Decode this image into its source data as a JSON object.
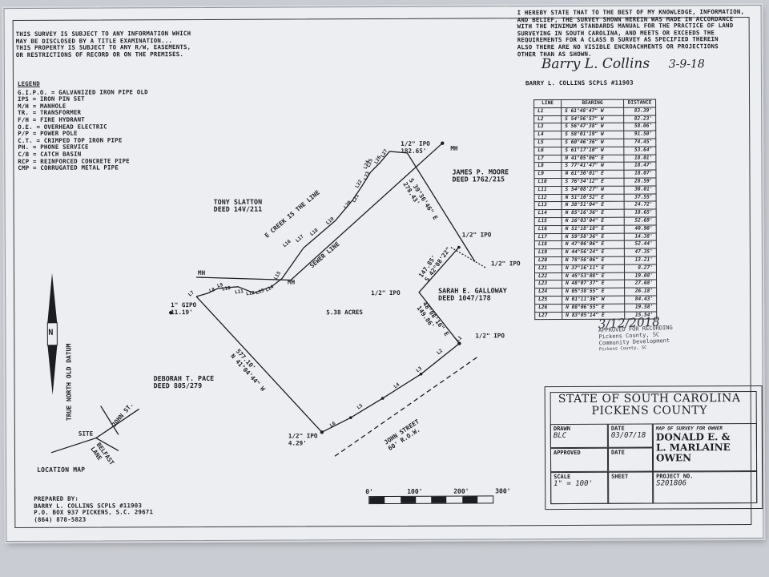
{
  "notes": [
    "THIS SURVEY IS SUBJECT TO ANY INFORMATION WHICH",
    "MAY BE DISCLOSED BY A TITLE EXAMINATION...",
    "THIS PROPERTY IS SUBJECT TO ANY R/W, EASEMENTS,",
    "OR RESTRICTIONS OF RECORD OR ON THE PREMISES."
  ],
  "legend": {
    "title": "LEGEND",
    "items": [
      "G.I.P.O. = GALVANIZED IRON PIPE OLD",
      "IPS = IRON PIN SET",
      "M/H = MANHOLE",
      "TR. = TRANSFORMER",
      "F/H = FIRE HYDRANT",
      "O.E. = OVERHEAD ELECTRIC",
      "P/P = POWER POLE",
      "C.T. = CRIMPED TOP IRON PIPE",
      "PH. = PHONE SERVICE",
      "C/B = CATCH BASIN",
      "RCP = REINFORCED CONCRETE PIPE",
      "CMP = CORRUGATED METAL PIPE"
    ]
  },
  "certification": [
    "I HEREBY STATE THAT TO THE BEST OF MY KNOWLEDGE, INFORMATION,",
    "AND BELIEF, THE SURVEY SHOWN HEREIN WAS MADE IN ACCORDANCE",
    "WITH THE MINIMUM STANDARDS MANUAL FOR THE PRACTICE OF LAND",
    "SURVEYING IN SOUTH CAROLINA, AND MEETS OR EXCEEDS THE",
    "REQUIREMENTS FOR A CLASS  B  SURVEY AS SPECIFIED THEREIN",
    "ALSO THERE ARE NO VISIBLE ENCROACHMENTS OR PROJECTIONS",
    "OTHER THAN AS SHOWN."
  ],
  "signature": {
    "name": "Barry L. Collins",
    "date": "3-9-18"
  },
  "surveyor_line": "BARRY L. COLLINS   SCPLS #11903",
  "line_table": {
    "headers": [
      "LINE",
      "BEARING",
      "DISTANCE"
    ],
    "rows": [
      [
        "L1",
        "S 61°48'47\" W",
        "83.39'"
      ],
      [
        "L2",
        "S 54°56'57\" W",
        "82.23'"
      ],
      [
        "L3",
        "S 56°47'38\" W",
        "58.06'"
      ],
      [
        "L4",
        "S 58°01'19\" W",
        "91.50'"
      ],
      [
        "L5",
        "S 60°46'36\" W",
        "74.45'"
      ],
      [
        "L6",
        "S 61°17'10\" W",
        "53.64'"
      ],
      [
        "L7",
        "N 41°05'06\" E",
        "18.01'"
      ],
      [
        "L8",
        "S 77°41'47\" W",
        "18.47'"
      ],
      [
        "L9",
        "N 61°30'01\" E",
        "18.07'"
      ],
      [
        "L10",
        "S 76°34'12\" E",
        "28.59'"
      ],
      [
        "L11",
        "S 54°08'27\" W",
        "30.01'"
      ],
      [
        "L12",
        "N 51°10'52\" E",
        "37.55'"
      ],
      [
        "L13",
        "N 38°51'04\" E",
        "24.72'"
      ],
      [
        "L14",
        "N 85°16'36\" E",
        "18.65'"
      ],
      [
        "L15",
        "N 16°03'04\" E",
        "52.69'"
      ],
      [
        "L16",
        "N 51°18'18\" E",
        "40.90'"
      ],
      [
        "L17",
        "N 59°58'36\" E",
        "14.38'"
      ],
      [
        "L18",
        "N 47°06'06\" E",
        "52.44'"
      ],
      [
        "L19",
        "N 44°56'24\" E",
        "47.35'"
      ],
      [
        "L20",
        "N 78°56'06\" E",
        "13.21'"
      ],
      [
        "L21",
        "N 37°16'11\" E",
        "8.27'"
      ],
      [
        "L22",
        "N 45°53'08\" E",
        "19.08'"
      ],
      [
        "L23",
        "N 48°07'37\" E",
        "27.68'"
      ],
      [
        "L24",
        "N 05°38'55\" E",
        "26.18'"
      ],
      [
        "L25",
        "N 01°11'36\" W",
        "84.43'"
      ],
      [
        "L26",
        "N 08°06'55\" E",
        "19.58'"
      ],
      [
        "L27",
        "N 83°05'14\" E",
        "15.54'"
      ]
    ]
  },
  "stamp": {
    "date": "3/12/2018",
    "lines": [
      "APPROVED FOR RECORDING",
      "Pickens County, SC",
      "Community Development",
      "Pickens County, SC"
    ]
  },
  "title_block": {
    "state": "STATE OF SOUTH CAROLINA",
    "county": "PICKENS COUNTY",
    "drawn_label": "DRAWN",
    "drawn_value": "BLC",
    "date_label": "DATE",
    "date_value": "03/07/18",
    "approved_label": "APPROVED",
    "approved_date_label": "DATE",
    "map_label": "MAP OF SURVEY FOR OWNER",
    "owner_line1": "DONALD E. &",
    "owner_line2": "L. MARLAINE",
    "owner_line3": "OWEN",
    "scale_label": "SCALE",
    "scale_value": "1\" = 100'",
    "sheet_label": "SHEET",
    "project_label": "PROJECT NO.",
    "project_value": "S201806"
  },
  "prepared_by": [
    "PREPARED BY:",
    "BARRY L. COLLINS   SCPLS #11903",
    "P.O. BOX  937 PICKENS, S.C. 29671",
    "(864) 878-5823"
  ],
  "map_labels": {
    "tony": "TONY SLATTON",
    "tony_deed": "DEED 14V/211",
    "moore": "JAMES P. MOORE",
    "moore_deed": "DEED 1762/215",
    "galloway": "SARAH E. GALLOWAY",
    "galloway_deed": "DEED 1047/178",
    "pace": "DEBORAH T. PACE",
    "pace_deed": "DEED 805/279",
    "acres": "5.38 ACRES",
    "creek": "E CREEK IS THE LINE",
    "sewer": "SEWER LINE",
    "john_street": "JOHN STREET",
    "row": "60' R.O.W.",
    "ipo1": "1/2\" IPO",
    "ipo1_dist": "182.65'",
    "ipo2": "1/2\" IPO",
    "ipo3": "1/2\" IPO",
    "ipo4": "1/2\" IPO",
    "ipo5": "1/2\" IPO",
    "ipo6": "1/2\" IPO",
    "ipo6_dist": "4.29'",
    "gipo": "1\" GIPO",
    "gipo_dist": "11.19'",
    "mh1": "MH",
    "mh2": "MH",
    "mh3": "MH",
    "bearing_ne": "S 39°36'46\" E",
    "dist_ne": "278.43'",
    "bearing_sw": "N 41°04'44\" W",
    "dist_sw": "577.10'",
    "bearing_mid": "S 42°08'22\"",
    "dist_mid": "147.85'",
    "bearing_mid2": "48°08'16\" E",
    "dist_mid2": "149.86'",
    "line_labels": [
      "L1",
      "L2",
      "L3",
      "L4",
      "L5",
      "L6",
      "L7",
      "L8",
      "L9",
      "L10",
      "L11",
      "L12",
      "L13",
      "L14",
      "L15",
      "L16",
      "L17",
      "L18",
      "L19",
      "L20",
      "L21",
      "L22",
      "L23",
      "L24",
      "L25",
      "L26",
      "L27"
    ]
  },
  "north": {
    "letter": "N",
    "line1": "TRUE NORTH",
    "line2": "OLD DATUM"
  },
  "location_map": {
    "label": "LOCATION MAP",
    "site": "SITE",
    "john_st": "JOHN ST.",
    "belfast": "BELFAST LANE"
  },
  "scale": {
    "ticks": [
      "0'",
      "100'",
      "200'",
      "300'"
    ]
  }
}
